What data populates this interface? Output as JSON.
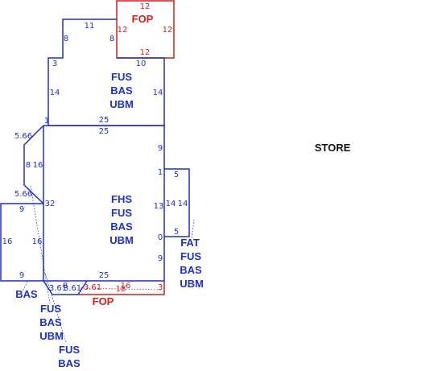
{
  "colors": {
    "structure": "#1f2fcc",
    "porch": "#d21f1f",
    "text_black": "#111111"
  },
  "labels": {
    "store": "STORE",
    "fop_top": "FOP",
    "fop_bottom": "FOP",
    "second_floor_codes": [
      "FUS",
      "BAS",
      "UBM"
    ],
    "main_codes": [
      "FHS",
      "FUS",
      "BAS",
      "UBM"
    ],
    "right_addition_codes": [
      "FAT",
      "FUS",
      "BAS",
      "UBM"
    ],
    "left_addition_code": "BAS",
    "bay_codes": [
      "FUS",
      "BAS",
      "UBM"
    ],
    "bottom_codes": [
      "FUS",
      "BAS"
    ]
  },
  "dimensions": {
    "top_porch": [
      "12",
      "12",
      "12",
      "12"
    ],
    "top_section": [
      "11",
      "8",
      "8",
      "3",
      "10",
      "14",
      "14",
      "1",
      "25"
    ],
    "main": [
      "25",
      "9",
      "1",
      "13",
      "0",
      "9",
      "32",
      "25"
    ],
    "bay": [
      "5.66",
      "8",
      "16",
      "5.66"
    ],
    "left_addition": [
      "9",
      "16",
      "16",
      "9"
    ],
    "right_addition": [
      "5",
      "14",
      "14",
      "5"
    ],
    "bottom_blue": [
      "3.61",
      "8",
      "3.61"
    ],
    "bottom_porch": [
      "3.61",
      "18",
      "16",
      "3"
    ]
  }
}
